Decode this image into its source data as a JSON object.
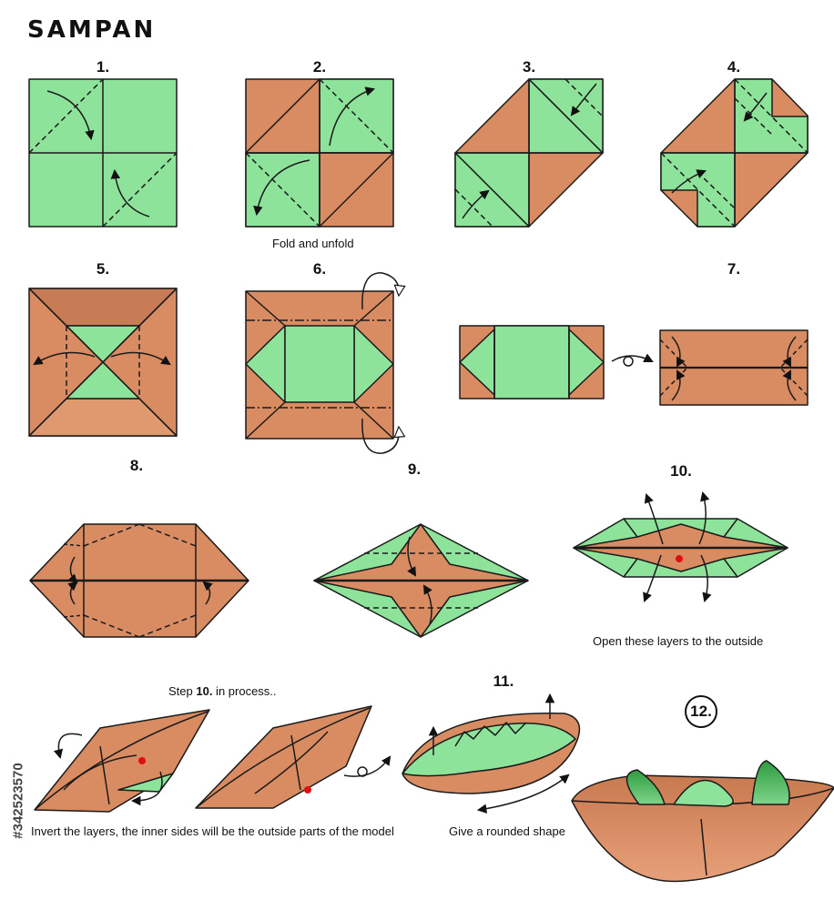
{
  "title": "SAMPAN",
  "steps": {
    "s1": "1.",
    "s2": "2.",
    "s3": "3.",
    "s4": "4.",
    "s5": "5.",
    "s6": "6.",
    "s7": "7.",
    "s8": "8.",
    "s9": "9.",
    "s10": "10.",
    "s11": "11.",
    "s12": "12."
  },
  "captions": {
    "fold_unfold": "Fold and unfold",
    "open_layers": "Open these layers to the outside",
    "step10_prefix": "Step ",
    "step10_num": "10.",
    "step10_suffix": " in process..",
    "invert": "Invert the layers, the inner sides will be the outside parts of the model",
    "rounded": "Give a rounded shape"
  },
  "watermark_id": "#342523570",
  "colors": {
    "paper_green": "#8ee39a",
    "paper_brown": "#d98c62",
    "outline": "#1a1a1a",
    "accent_red": "#e01010",
    "dark_green": "#3c9c48"
  }
}
